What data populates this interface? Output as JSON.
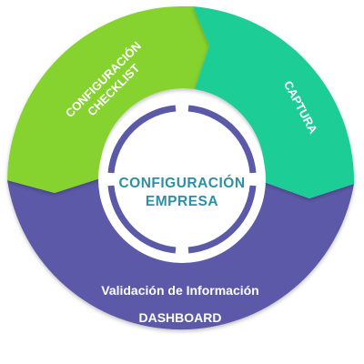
{
  "diagram": {
    "center": {
      "line1": "CONFIGURACIÓN",
      "line2": "EMPRESA"
    },
    "segments": [
      {
        "label_line1": "CONFIGURACIÓN",
        "label_line2": "CHECKLIST",
        "color": "#86d22e"
      },
      {
        "label_line1": "CAPTURA",
        "color": "#1fcd95"
      },
      {
        "label_line1": "Validación de Información",
        "label_line2": "DASHBOARD",
        "color": "#5b5aa8"
      }
    ],
    "colors": {
      "center_ring": "#5b5aa8",
      "center_text": "#2b8fa6",
      "background": "#ffffff"
    }
  }
}
